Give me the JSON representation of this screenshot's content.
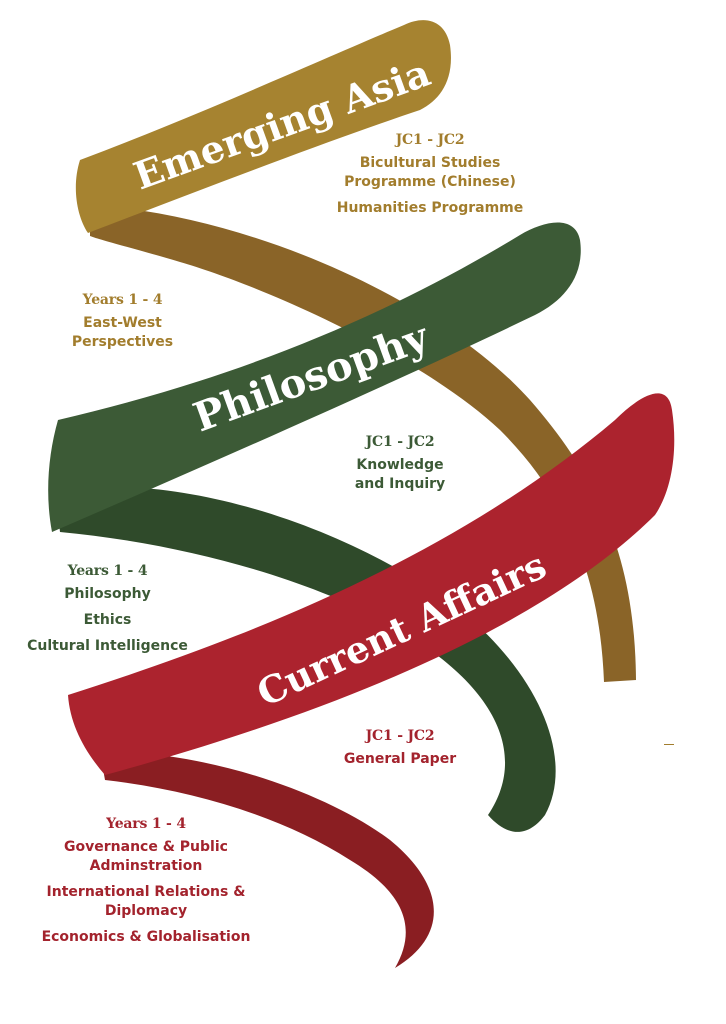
{
  "colors": {
    "gold": "#a27d2d",
    "gold_dark": "#8a6428",
    "green": "#3c5a36",
    "green_dark": "#2f4a2a",
    "red": "#ac232e",
    "red_dark": "#8a1e22"
  },
  "ribbons": [
    {
      "title": "Emerging Asia"
    },
    {
      "title": "Philosophy"
    },
    {
      "title": "Current Affairs"
    }
  ],
  "emerging_asia": {
    "jc": {
      "heading": "JC1 - JC2",
      "items": [
        "Bicultural Studies",
        "Programme (Chinese)",
        "Humanities Programme"
      ]
    },
    "years": {
      "heading": "Years 1 - 4",
      "items": [
        "East-West",
        "Perspectives"
      ]
    }
  },
  "philosophy": {
    "jc": {
      "heading": "JC1 - JC2",
      "items": [
        "Knowledge",
        "and Inquiry"
      ]
    },
    "years": {
      "heading": "Years 1 - 4",
      "items": [
        "Philosophy",
        "Ethics",
        "Cultural Intelligence"
      ]
    }
  },
  "current_affairs": {
    "jc": {
      "heading": "JC1 - JC2",
      "items": [
        "General Paper"
      ]
    },
    "years": {
      "heading": "Years 1 - 4",
      "items": [
        "Governance & Public",
        "Adminstration",
        "International Relations &",
        "Diplomacy",
        "Economics & Globalisation"
      ]
    }
  }
}
